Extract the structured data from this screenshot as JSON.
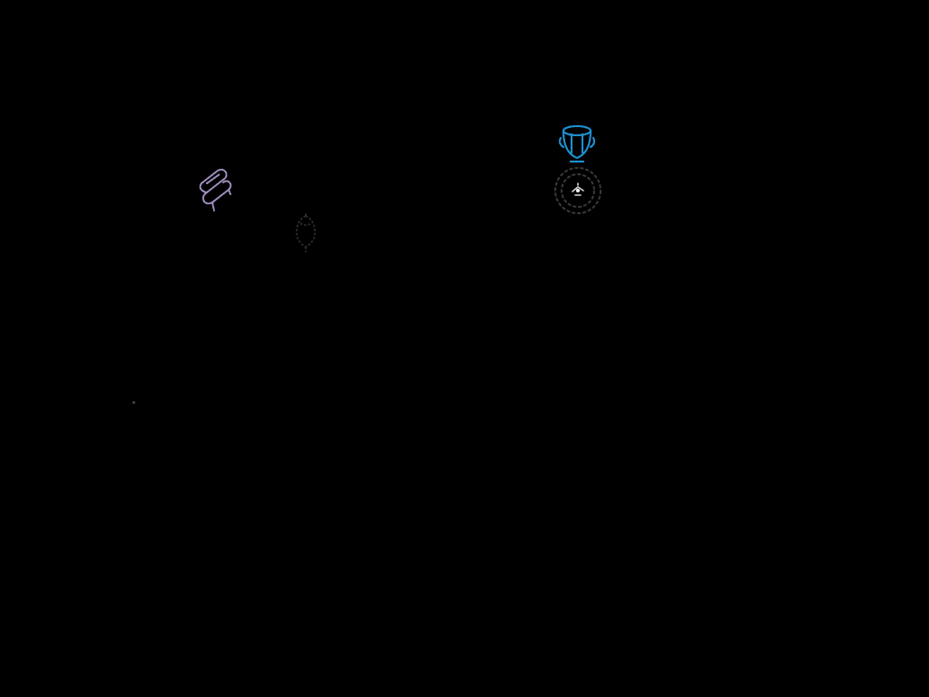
{
  "scene": {
    "background_color": "#000000"
  },
  "items": [
    {
      "name": "scroll",
      "icon": "scroll-icon",
      "color": "#a090c0"
    },
    {
      "name": "dark-flower",
      "icon": "flower-icon",
      "color": "#2a2a2a"
    },
    {
      "name": "cup",
      "icon": "cup-icon",
      "color": "#1e90d0"
    },
    {
      "name": "medallion",
      "icon": "medallion-icon",
      "color": "#d8d8d8"
    }
  ]
}
